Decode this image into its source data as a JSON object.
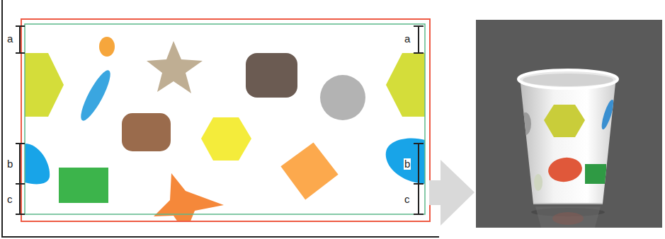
{
  "diagram": {
    "labels": [
      "a",
      "b",
      "c",
      "a",
      "b",
      "c"
    ]
  }
}
